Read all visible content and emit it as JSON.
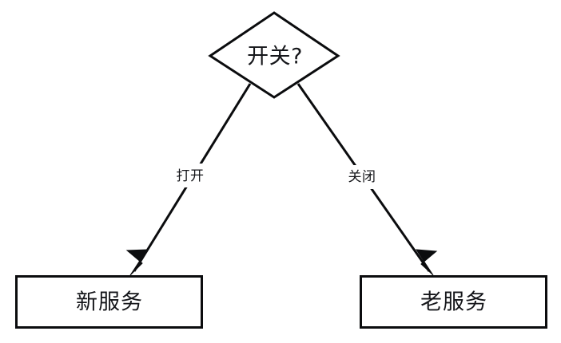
{
  "diagram": {
    "type": "flowchart",
    "orientation": "top-down",
    "background_color": "#ffffff",
    "stroke_color": "#0b0c0e",
    "text_color": "#15161a",
    "title": "",
    "nodes": [
      {
        "id": "decision",
        "shape": "diamond",
        "label": "开关?",
        "role": "decision"
      },
      {
        "id": "new-service",
        "shape": "rectangle",
        "label": "新服务",
        "role": "process"
      },
      {
        "id": "old-service",
        "shape": "rectangle",
        "label": "老服务",
        "role": "process"
      }
    ],
    "edges": [
      {
        "id": "edge-open",
        "from": "decision",
        "to": "new-service",
        "label": "打开",
        "arrow": "filled-triangle"
      },
      {
        "id": "edge-closed",
        "from": "decision",
        "to": "old-service",
        "label": "关闭",
        "arrow": "filled-triangle"
      }
    ]
  }
}
